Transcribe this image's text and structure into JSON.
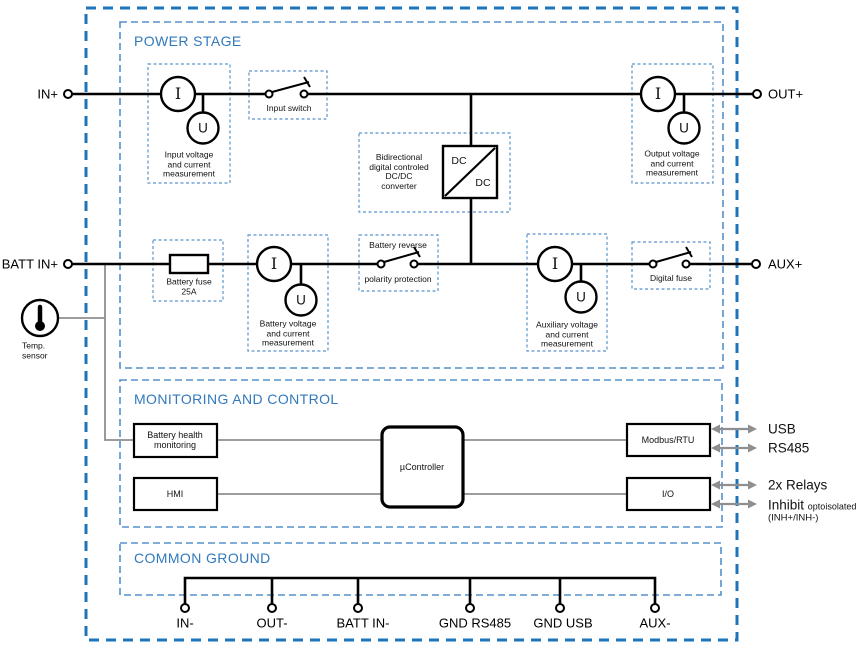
{
  "power_stage": {
    "title": "POWER STAGE",
    "in_label": "IN+",
    "out_label": "OUT+",
    "batt_label": "BATT IN+",
    "aux_label": "AUX+",
    "current_symbol": "I",
    "voltage_symbol": "U",
    "input_measurement": "Input voltage\nand current\nmeasurement",
    "input_switch": "Input switch",
    "converter": "Bidirectional\ndigital controled\nDC/DC\nconverter",
    "dc_top": "DC",
    "dc_bottom": "DC",
    "output_measurement": "Output voltage\nand current\nmeasurement",
    "battery_fuse": "Battery fuse\n25A",
    "battery_measurement": "Battery voltage\nand current\nmeasurement",
    "reverse_protection_line1": "Battery reverse",
    "reverse_protection_line2": "polarity protection",
    "aux_measurement": "Auxiliary voltage\nand current\nmeasurement",
    "digital_fuse": "Digital fuse",
    "temp_sensor": "Temp.\nsensor"
  },
  "monitoring": {
    "title": "MONITORING AND CONTROL",
    "battery_health": "Battery health\nmonitoring",
    "hmi": "HMI",
    "microcontroller": "µController",
    "modbus": "Modbus/RTU",
    "io": "I/O",
    "interfaces": {
      "usb": "USB",
      "rs485": "RS485",
      "relays": "2x Relays",
      "inhibit": "Inhibit",
      "inhibit_note": "optoisolated",
      "inhibit_pins": "(INH+/INH-)"
    }
  },
  "common_ground": {
    "title": "COMMON GROUND",
    "terminals": [
      "IN-",
      "OUT-",
      "BATT IN-",
      "GND RS485",
      "GND USB",
      "AUX-"
    ]
  },
  "colors": {
    "outer_border": "#1d74ba",
    "section_border": "#5590cc",
    "component_border": "#5b94cc",
    "section_title": "#3179bb",
    "wire": "#000000",
    "signal_gray": "#8f8f8f"
  }
}
